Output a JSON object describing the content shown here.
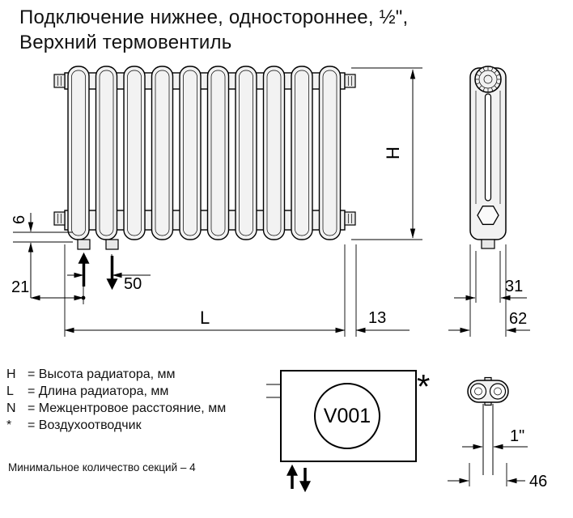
{
  "title": {
    "line1": "Подключение нижнее, одностороннее, ½\",",
    "line2": "Верхний термовентиль"
  },
  "diagram": {
    "sections": 10,
    "valve_label": "V001",
    "asterisk": "*"
  },
  "dims": {
    "H": "H",
    "offset6": "6",
    "d21": "21",
    "d50": "50",
    "L": "L",
    "d13": "13",
    "d31": "31",
    "d62": "62",
    "inch": "1\"",
    "d46": "46"
  },
  "legend": {
    "items": [
      {
        "sym": "H",
        "text": "= Высота радиатора, мм"
      },
      {
        "sym": "L",
        "text": "= Длина радиатора, мм"
      },
      {
        "sym": "N",
        "text": "= Межцентровое расстояние, мм"
      },
      {
        "sym": "*",
        "text": "= Воздухоотводчик"
      }
    ]
  },
  "note": "Минимальное количество секций – 4"
}
